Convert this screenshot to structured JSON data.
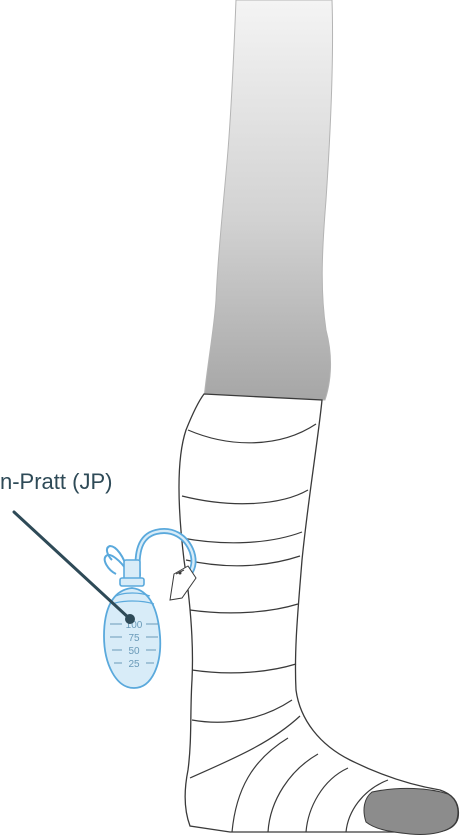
{
  "callout": {
    "label": "n-Pratt (JP)"
  },
  "bulb_scale": {
    "marks": [
      "100",
      "75",
      "50",
      "25"
    ]
  },
  "colors": {
    "skin_top": "#f3f3f3",
    "skin_bottom": "#a9a9a9",
    "bandage_fill": "#ffffff",
    "bandage_stroke": "#3a3a3a",
    "drain_blue": "#5aa9dc",
    "drain_fill": "#d8ecf8",
    "leader_line": "#2e4a57",
    "toe_gray": "#8c8c8c"
  }
}
